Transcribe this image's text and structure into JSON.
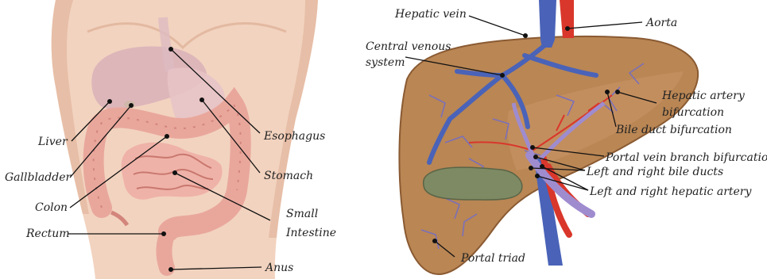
{
  "left_panel": {
    "labels": {
      "liver": "Liver",
      "gallbladder": "Gallbladder",
      "colon": "Colon",
      "rectum": "Rectum",
      "esophagus": "Esophagus",
      "stomach": "Stomach",
      "small_intestine_line1": "Small",
      "small_intestine_line2": "Intestine",
      "anus": "Anus"
    }
  },
  "right_panel": {
    "labels": {
      "hepatic_vein": "Hepatic vein",
      "aorta": "Aorta",
      "central_venous_line1": "Central venous",
      "central_venous_line2": "system",
      "hepatic_artery_bif_line1": "Hepatic artery",
      "hepatic_artery_bif_line2": "bifurcation",
      "bile_duct_bif": "Bile duct bifurcation",
      "portal_vein_branch_bif": "Portal vein branch bifurcation",
      "left_right_bile_ducts": "Left and right bile ducts",
      "left_right_hepatic_artery": "Left and right hepatic artery",
      "portal_triad": "Portal triad"
    }
  },
  "colors": {
    "skin": "#f2d3bf",
    "skin_shadow": "#d9a98e",
    "intestine": "#e9a79c",
    "liver_brown": "#b98654",
    "liver_dark": "#8a5a32",
    "vein_blue": "#4a63b8",
    "artery_red": "#d9372b",
    "bile_green": "#7d8a63",
    "portal_purple": "#9f8ccf"
  }
}
